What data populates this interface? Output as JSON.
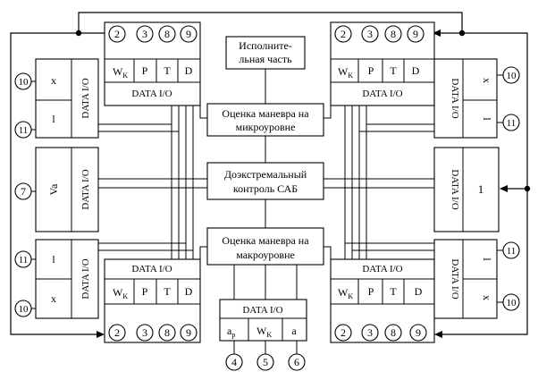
{
  "central": {
    "executive": [
      "Исполните-",
      "льная часть"
    ],
    "micro": [
      "Оценка маневра на",
      "микроуровне"
    ],
    "pre": [
      "Доэкстремальный",
      "контроль САБ"
    ],
    "macro": [
      "Оценка маневра на",
      "макроуровне"
    ]
  },
  "data_io": "DATA I/O",
  "labels": {
    "wk_main": "W",
    "wk_sub": "K",
    "p": "P",
    "t": "T",
    "d": "D",
    "x": "x",
    "l": "l",
    "va": "Va",
    "one": "1",
    "ap_main": "a",
    "ap_sub": "р",
    "a": "a"
  },
  "pins": {
    "n2": "2",
    "n3": "3",
    "n4": "4",
    "n5": "5",
    "n6": "6",
    "n7": "7",
    "n8": "8",
    "n9": "9",
    "n10": "10",
    "n11": "11"
  }
}
